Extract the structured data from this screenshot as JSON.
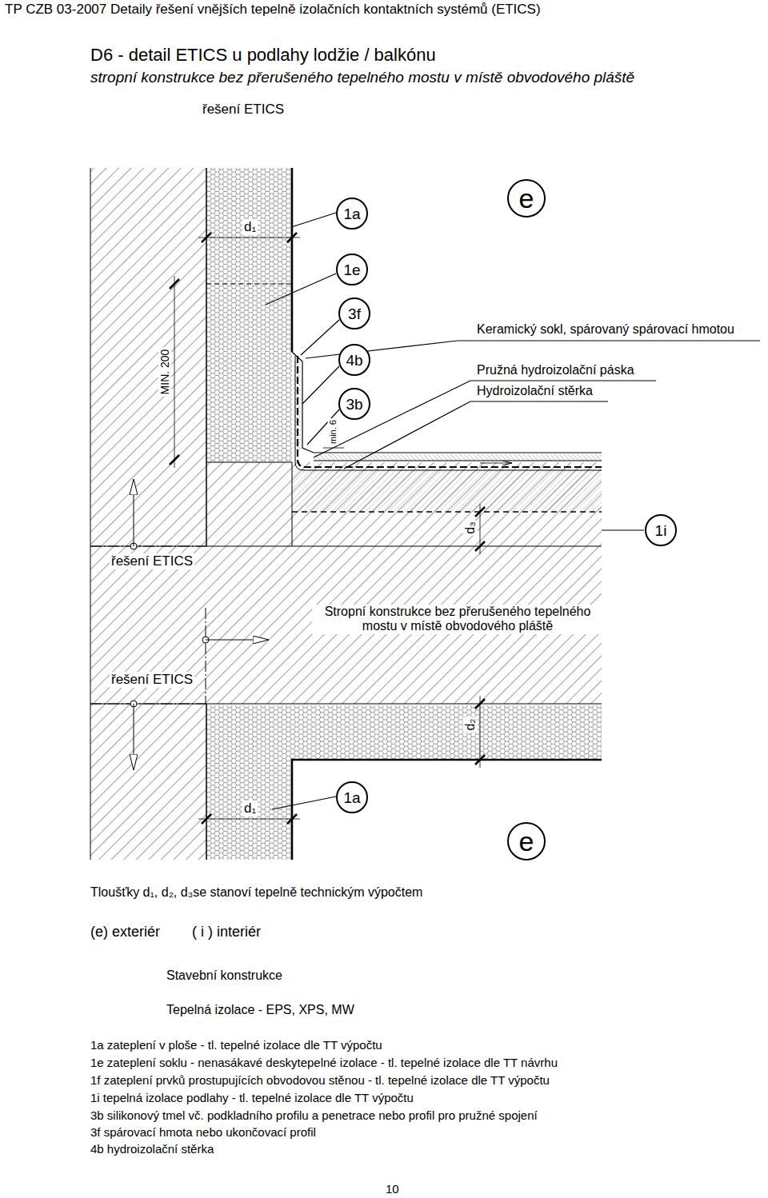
{
  "diagram": {
    "title": "D6 - detail ETICS u podlahy lodžie / balkónu",
    "nodes": [
      {
        "text": [
          "1a"
        ]
      },
      {
        "text": [
          "1e"
        ]
      },
      {
        "text": [
          "3f"
        ]
      },
      {
        "text": [
          "4b"
        ]
      },
      {
        "text": [
          "3b"
        ]
      },
      {
        "text": [
          "e"
        ]
      },
      {
        "text": [
          "1i"
        ]
      },
      {
        "text": [
          "1a"
        ]
      },
      {
        "text": [
          "e"
        ]
      }
    ],
    "labels": [
      "TP CZB 03-2007 Detaily řešení vnějších tepelně izolačních kontaktních systémů (ETICS)",
      "stropní konstrukce bez přerušeného tepelného mostu v místě obvodového pláště",
      "řešení ETICS",
      "d₁",
      "MIN. 200",
      "min. 6",
      "Keramický sokl, spárovaný spárovací hmotou",
      "Pružná hydroizolační páska",
      "Hydroizolační stěrka",
      "d₃",
      "řešení ETICS",
      "Stropní konstrukce bez přerušeného tepelného mostu v místě obvodového pláště",
      "řešení ETICS",
      "d₂",
      "d₁",
      "Tloušťky d₁, d₂, d₃se stanoví tepelně technickým výpočtem",
      "(e) exteriér",
      "( i ) interiér",
      "Stavební konstrukce",
      "Tepelná izolace - EPS, XPS, MW",
      "1a zateplení v ploše - tl. tepelné izolace dle TT výpočtu",
      "1e zateplení soklu - nenasákavé deskytepelné izolace - tl. tepelné izolace dle TT návrhu",
      "1f zateplení prvků prostupujících obvodovou stěnou - tl. tepelné izolace dle TT výpočtu",
      "1i tepelná izolace podlahy - tl. tepelné izolace dle TT výpočtu",
      "3b silikonový tmel vč. podkladního profilu a penetrace nebo profil pro pružné spojení",
      "3f spárovací hmota nebo ukončovací profil",
      "4b hydroizolační stěrka",
      "10"
    ]
  }
}
